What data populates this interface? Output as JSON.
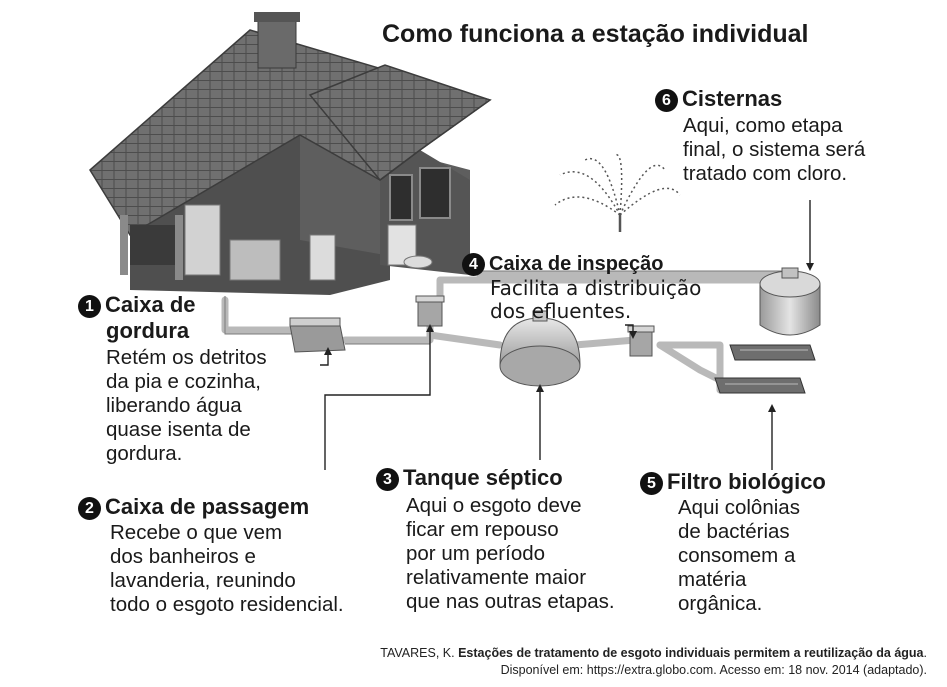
{
  "title": "Como funciona a estação individual",
  "steps": [
    {
      "number": "1",
      "title_lines": [
        "Caixa de",
        "gordura"
      ],
      "desc_lines": [
        "Retém os detritos",
        "da pia e cozinha,",
        "liberando água",
        "quase isenta de",
        "gordura."
      ]
    },
    {
      "number": "2",
      "title_lines": [
        "Caixa de passagem"
      ],
      "desc_lines": [
        "Recebe o que vem",
        "dos banheiros e",
        "lavanderia, reunindo",
        "todo o esgoto residencial."
      ]
    },
    {
      "number": "3",
      "title_lines": [
        "Tanque séptico"
      ],
      "desc_lines": [
        "Aqui o esgoto deve",
        "ficar em repouso",
        "por um período",
        "relativamente maior",
        "que nas outras etapas."
      ]
    },
    {
      "number": "4",
      "title_lines": [
        "Caixa de inspeção"
      ],
      "desc_lines": [
        "Facilita a distribuição",
        "dos efluentes."
      ]
    },
    {
      "number": "5",
      "title_lines": [
        "Filtro biológico"
      ],
      "desc_lines": [
        "Aqui colônias",
        "de bactérias",
        "consomem a",
        "matéria",
        "orgânica."
      ]
    },
    {
      "number": "6",
      "title_lines": [
        "Cisternas"
      ],
      "desc_lines": [
        "Aqui, como etapa",
        "final, o sistema será",
        "tratado com cloro."
      ]
    }
  ],
  "source": {
    "author": "TAVARES, K.",
    "work": "Estações de tratamento de esgoto individuais permitem a reutilização da água",
    "availability": "Disponível em: https://extra.globo.com. Acesso em: 18 nov. 2014 (adaptado)."
  },
  "colors": {
    "roof": "#6e6e6e",
    "wall": "#5a5a5a",
    "pipe": "#c8c8c8",
    "tank": "#bdbdbd",
    "text": "#1a1a1a"
  }
}
